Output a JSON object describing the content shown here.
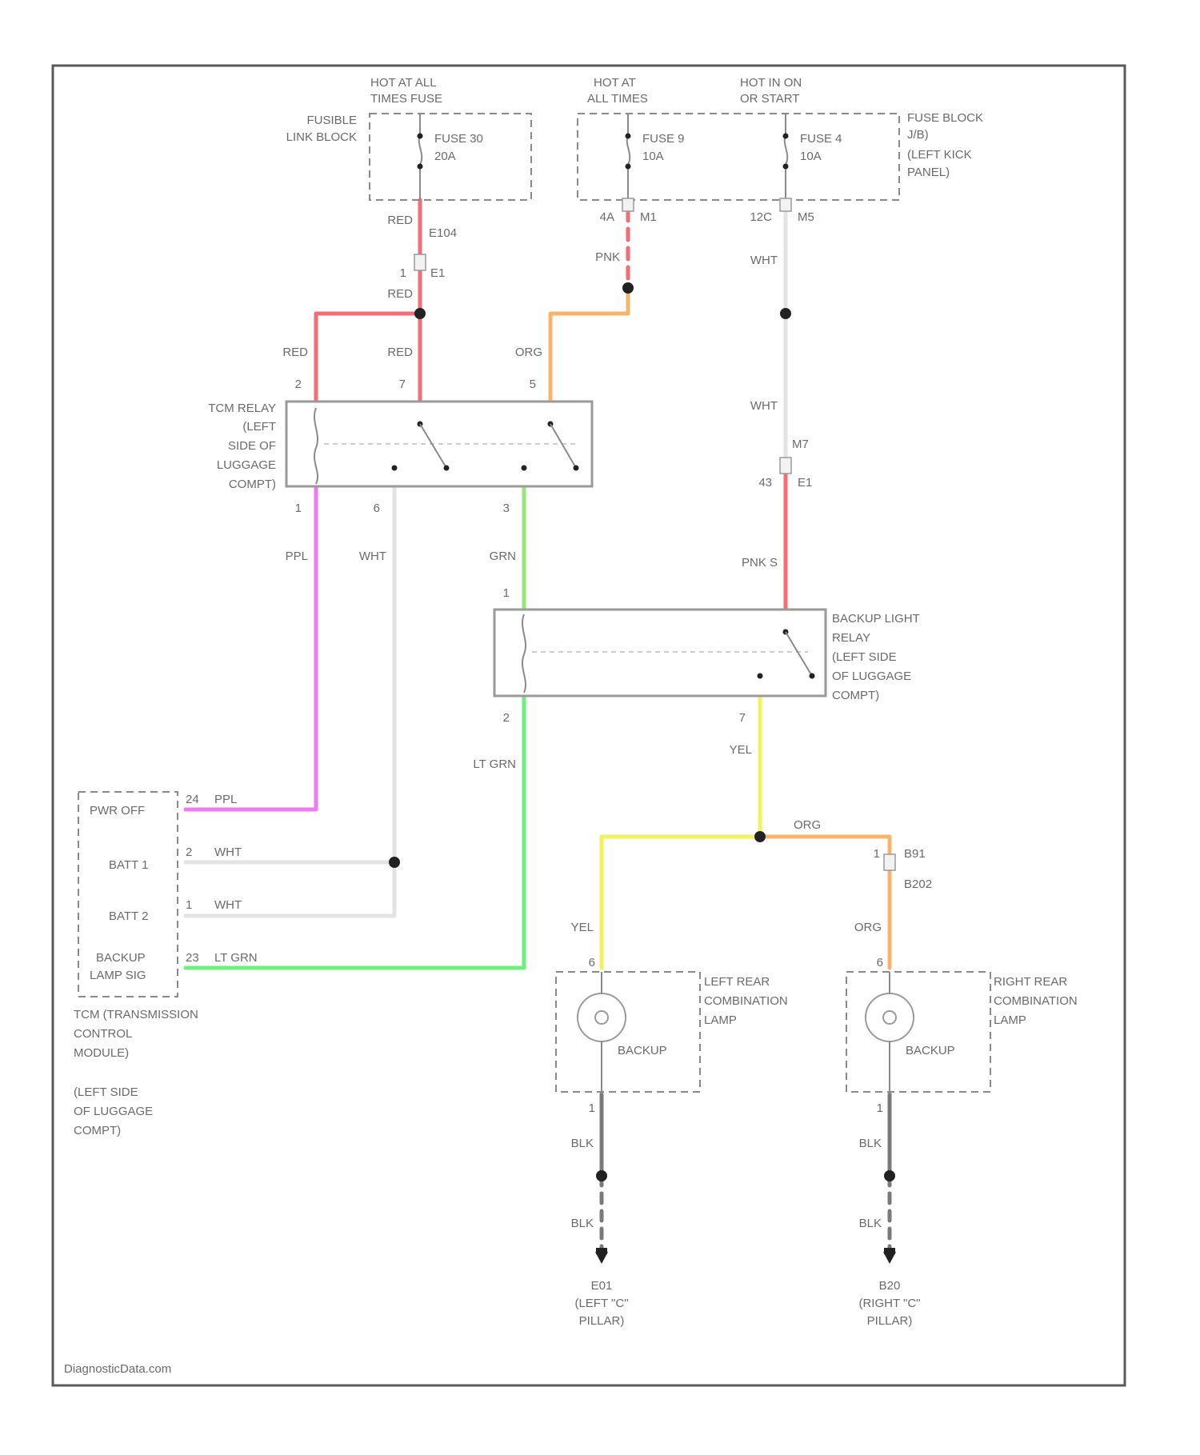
{
  "colors": {
    "RED": "#f26d74",
    "PNK": "#f26d74",
    "ORG": "#f7b46a",
    "WHT": "#e3e3e3",
    "PPL": "#f07af0",
    "GRN": "#9ae67a",
    "LT_GRN": "#6cf27c",
    "YEL": "#f2f25e",
    "BLK": "#7a7a7a"
  },
  "labels": {
    "fusible_link_block": [
      "FUSIBLE",
      "LINK BLOCK"
    ],
    "hot_at_all_times_fuse": [
      "HOT AT ALL",
      "TIMES FUSE"
    ],
    "fuse_30": [
      "FUSE 30",
      "20A"
    ],
    "hot_at_all_times": [
      "HOT AT",
      "ALL TIMES"
    ],
    "hot_in_on_or_start": [
      "HOT IN ON",
      "OR START"
    ],
    "fuse_9": [
      "FUSE 9",
      "10A"
    ],
    "fuse_4": [
      "FUSE 4",
      "10A"
    ],
    "fuse_block": [
      "FUSE BLOCK",
      "J/B)",
      "(LEFT KICK",
      "PANEL)"
    ],
    "tcm_relay": [
      "TCM RELAY",
      "(LEFT",
      "SIDE OF",
      "LUGGAGE",
      "COMPT)"
    ],
    "backup_relay": [
      "BACKUP LIGHT",
      "RELAY",
      "(LEFT SIDE",
      "OF LUGGAGE",
      "COMPT)"
    ],
    "tcm_box": [
      "PWR OFF",
      "BATT 1",
      "BATT 2",
      "BACKUP",
      "LAMP SIG"
    ],
    "tcm_caption": [
      "TCM (TRANSMISSION",
      "CONTROL",
      "MODULE)",
      "",
      "(LEFT SIDE",
      "OF LUGGAGE",
      "COMPT)"
    ],
    "left_lamp": [
      "LEFT REAR",
      "COMBINATION",
      "LAMP"
    ],
    "right_lamp": [
      "RIGHT REAR",
      "COMBINATION",
      "LAMP"
    ],
    "backup": "BACKUP",
    "left_ground": [
      "E01",
      "(LEFT \"C\"",
      "PILLAR)"
    ],
    "right_ground": [
      "B20",
      "(RIGHT \"C\"",
      "PILLAR)"
    ],
    "watermark": "DiagnosticData.com"
  },
  "wire_labels": {
    "red_top": "RED",
    "e104": "E104",
    "red_mid": "RED",
    "red_left": "RED",
    "red_center": "RED",
    "pnk": "PNK",
    "org_relay": "ORG",
    "wht_top": "WHT",
    "wht_mid": "WHT",
    "pnk_s": "PNK S",
    "ppl": "PPL",
    "wht_relay": "WHT",
    "grn": "GRN",
    "lt_grn": "LT GRN",
    "yel_relay": "YEL",
    "org_junc": "ORG",
    "yel_left": "YEL",
    "org_right": "ORG",
    "blk_l1": "BLK",
    "blk_l2": "BLK",
    "blk_r1": "BLK",
    "blk_r2": "BLK",
    "tcm_ppl": "PPL",
    "tcm_wht1": "WHT",
    "tcm_wht2": "WHT",
    "tcm_ltgrn": "LT GRN"
  },
  "pins": {
    "p1": "1",
    "p2": "2",
    "p3": "3",
    "p5": "5",
    "p6": "6",
    "p7": "7",
    "e1": "E1",
    "p4a": "4A",
    "m1": "M1",
    "p12c": "12C",
    "m5": "M5",
    "m7": "M7",
    "p43": "43",
    "e1b": "E1",
    "r1": "1",
    "r2": "2",
    "r7": "7",
    "b91": "B91",
    "b202": "B202",
    "l6": "6",
    "l1": "1",
    "rr6": "6",
    "rr1": "1",
    "t24": "24",
    "t2": "2",
    "t1": "1",
    "t23": "23"
  }
}
